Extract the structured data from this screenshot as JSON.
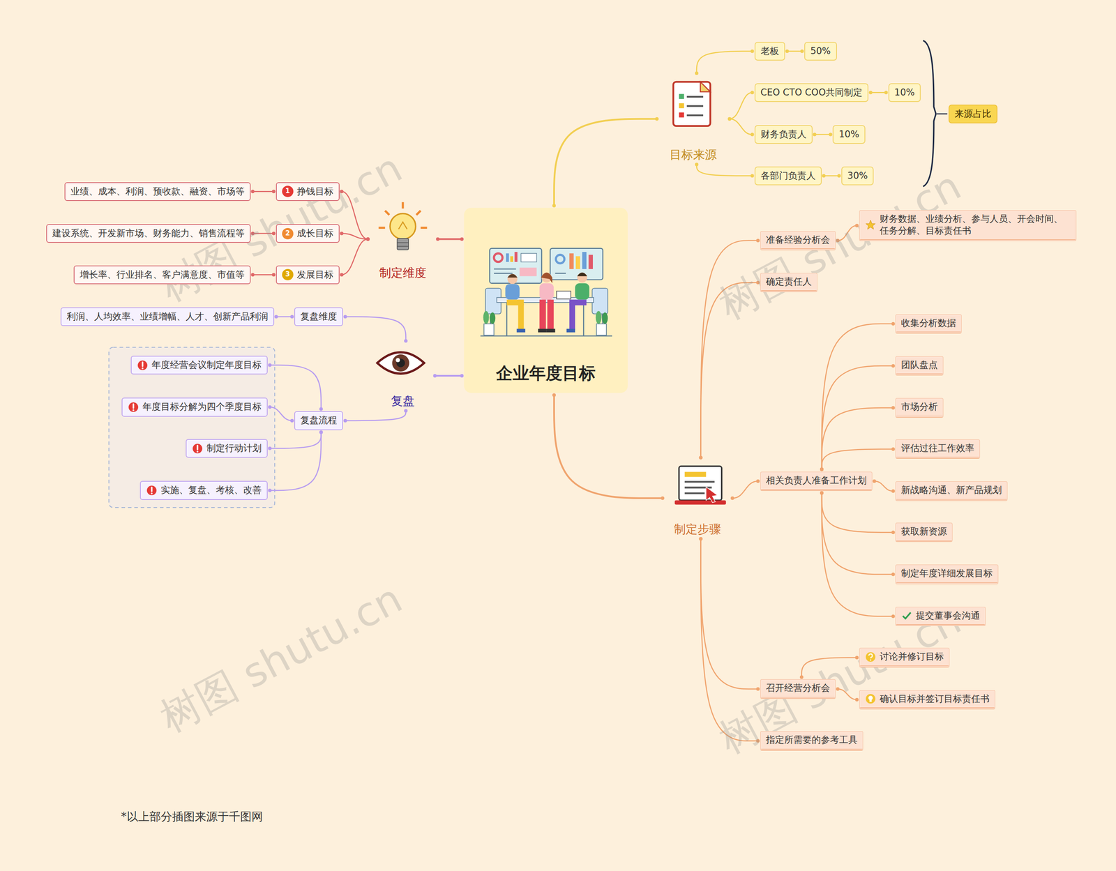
{
  "diagram": {
    "caption": "*以上部分插图来源于千图网",
    "nodes": [
      {
        "text": [
          "企业年度目标"
        ]
      },
      {
        "text": [
          "目标来源"
        ]
      },
      {
        "text": [
          "老板"
        ]
      },
      {
        "text": [
          "50%"
        ]
      },
      {
        "text": [
          "CEO CTO COO共同制定"
        ]
      },
      {
        "text": [
          "10%"
        ]
      },
      {
        "text": [
          "财务负责人"
        ]
      },
      {
        "text": [
          "10%"
        ]
      },
      {
        "text": [
          "各部门负责人"
        ]
      },
      {
        "text": [
          "30%"
        ]
      },
      {
        "text": [
          "来源占比"
        ]
      },
      {
        "text": [
          "制定步骤"
        ]
      },
      {
        "text": [
          "准备经验分析会"
        ]
      },
      {
        "text": [
          "财务数据、业绩分析、参与人员、开会时间、任务分解、目标责任书"
        ]
      },
      {
        "text": [
          "确定责任人"
        ]
      },
      {
        "text": [
          "相关负责人准备工作计划"
        ]
      },
      {
        "text": [
          "收集分析数据"
        ]
      },
      {
        "text": [
          "团队盘点"
        ]
      },
      {
        "text": [
          "市场分析"
        ]
      },
      {
        "text": [
          "评估过往工作效率"
        ]
      },
      {
        "text": [
          "新战略沟通、新产品规划"
        ]
      },
      {
        "text": [
          "获取新资源"
        ]
      },
      {
        "text": [
          "制定年度详细发展目标"
        ]
      },
      {
        "text": [
          "提交董事会沟通"
        ]
      },
      {
        "text": [
          "召开经营分析会"
        ]
      },
      {
        "text": [
          "讨论并修订目标"
        ]
      },
      {
        "text": [
          "确认目标并签订目标责任书"
        ]
      },
      {
        "text": [
          "指定所需要的参考工具"
        ]
      },
      {
        "text": [
          "制定维度"
        ]
      },
      {
        "text": [
          "挣钱目标"
        ]
      },
      {
        "text": [
          "业绩、成本、利润、预收款、融资、市场等"
        ]
      },
      {
        "text": [
          "成长目标"
        ]
      },
      {
        "text": [
          "建设系统、开发新市场、财务能力、销售流程等"
        ]
      },
      {
        "text": [
          "发展目标"
        ]
      },
      {
        "text": [
          "增长率、行业排名、客户满意度、市值等"
        ]
      },
      {
        "text": [
          "复盘"
        ]
      },
      {
        "text": [
          "复盘维度"
        ]
      },
      {
        "text": [
          "利润、人均效率、业绩增幅、人才、创新产品利润"
        ]
      },
      {
        "text": [
          "复盘流程"
        ]
      },
      {
        "text": [
          "年度经营会议制定年度目标"
        ]
      },
      {
        "text": [
          "年度目标分解为四个季度目标"
        ]
      },
      {
        "text": [
          "制定行动计划"
        ]
      },
      {
        "text": [
          "实施、复盘、考核、改善"
        ]
      }
    ],
    "edges": [
      {
        "from": 0,
        "to": 1,
        "arrow": "none"
      },
      {
        "from": 0,
        "to": 11,
        "arrow": "none"
      },
      {
        "from": 0,
        "to": 28,
        "arrow": "none"
      },
      {
        "from": 0,
        "to": 35,
        "arrow": "none"
      },
      {
        "from": 1,
        "to": 2,
        "arrow": "none"
      },
      {
        "from": 1,
        "to": 4,
        "arrow": "none"
      },
      {
        "from": 1,
        "to": 6,
        "arrow": "none"
      },
      {
        "from": 1,
        "to": 8,
        "arrow": "none"
      },
      {
        "from": 2,
        "to": 3,
        "arrow": "none"
      },
      {
        "from": 4,
        "to": 5,
        "arrow": "none"
      },
      {
        "from": 6,
        "to": 7,
        "arrow": "none"
      },
      {
        "from": 8,
        "to": 9,
        "arrow": "none"
      },
      {
        "from": 11,
        "to": 12,
        "arrow": "none"
      },
      {
        "from": 11,
        "to": 14,
        "arrow": "none"
      },
      {
        "from": 11,
        "to": 15,
        "arrow": "none"
      },
      {
        "from": 11,
        "to": 24,
        "arrow": "none"
      },
      {
        "from": 11,
        "to": 27,
        "arrow": "none"
      },
      {
        "from": 12,
        "to": 13,
        "arrow": "none"
      },
      {
        "from": 15,
        "to": 16,
        "arrow": "none"
      },
      {
        "from": 15,
        "to": 17,
        "arrow": "none"
      },
      {
        "from": 15,
        "to": 18,
        "arrow": "none"
      },
      {
        "from": 15,
        "to": 19,
        "arrow": "none"
      },
      {
        "from": 15,
        "to": 20,
        "arrow": "none"
      },
      {
        "from": 15,
        "to": 21,
        "arrow": "none"
      },
      {
        "from": 15,
        "to": 22,
        "arrow": "none"
      },
      {
        "from": 15,
        "to": 23,
        "arrow": "none"
      },
      {
        "from": 24,
        "to": 25,
        "arrow": "none"
      },
      {
        "from": 24,
        "to": 26,
        "arrow": "none"
      },
      {
        "from": 28,
        "to": 29,
        "arrow": "none"
      },
      {
        "from": 28,
        "to": 31,
        "arrow": "none"
      },
      {
        "from": 28,
        "to": 33,
        "arrow": "none"
      },
      {
        "from": 29,
        "to": 30,
        "arrow": "none"
      },
      {
        "from": 31,
        "to": 32,
        "arrow": "none"
      },
      {
        "from": 33,
        "to": 34,
        "arrow": "none"
      },
      {
        "from": 35,
        "to": 36,
        "arrow": "none"
      },
      {
        "from": 35,
        "to": 38,
        "arrow": "none"
      },
      {
        "from": 36,
        "to": 37,
        "arrow": "none"
      },
      {
        "from": 38,
        "to": 39,
        "arrow": "none"
      },
      {
        "from": 38,
        "to": 40,
        "arrow": "none"
      },
      {
        "from": 38,
        "to": 41,
        "arrow": "none"
      },
      {
        "from": 38,
        "to": 42,
        "arrow": "none"
      }
    ],
    "labels": [
      "1",
      "2",
      "3",
      "树图 shutu.cn",
      "树图 shutu.cn",
      "树图 shutu.cn",
      "树图 shutu.cn"
    ]
  }
}
